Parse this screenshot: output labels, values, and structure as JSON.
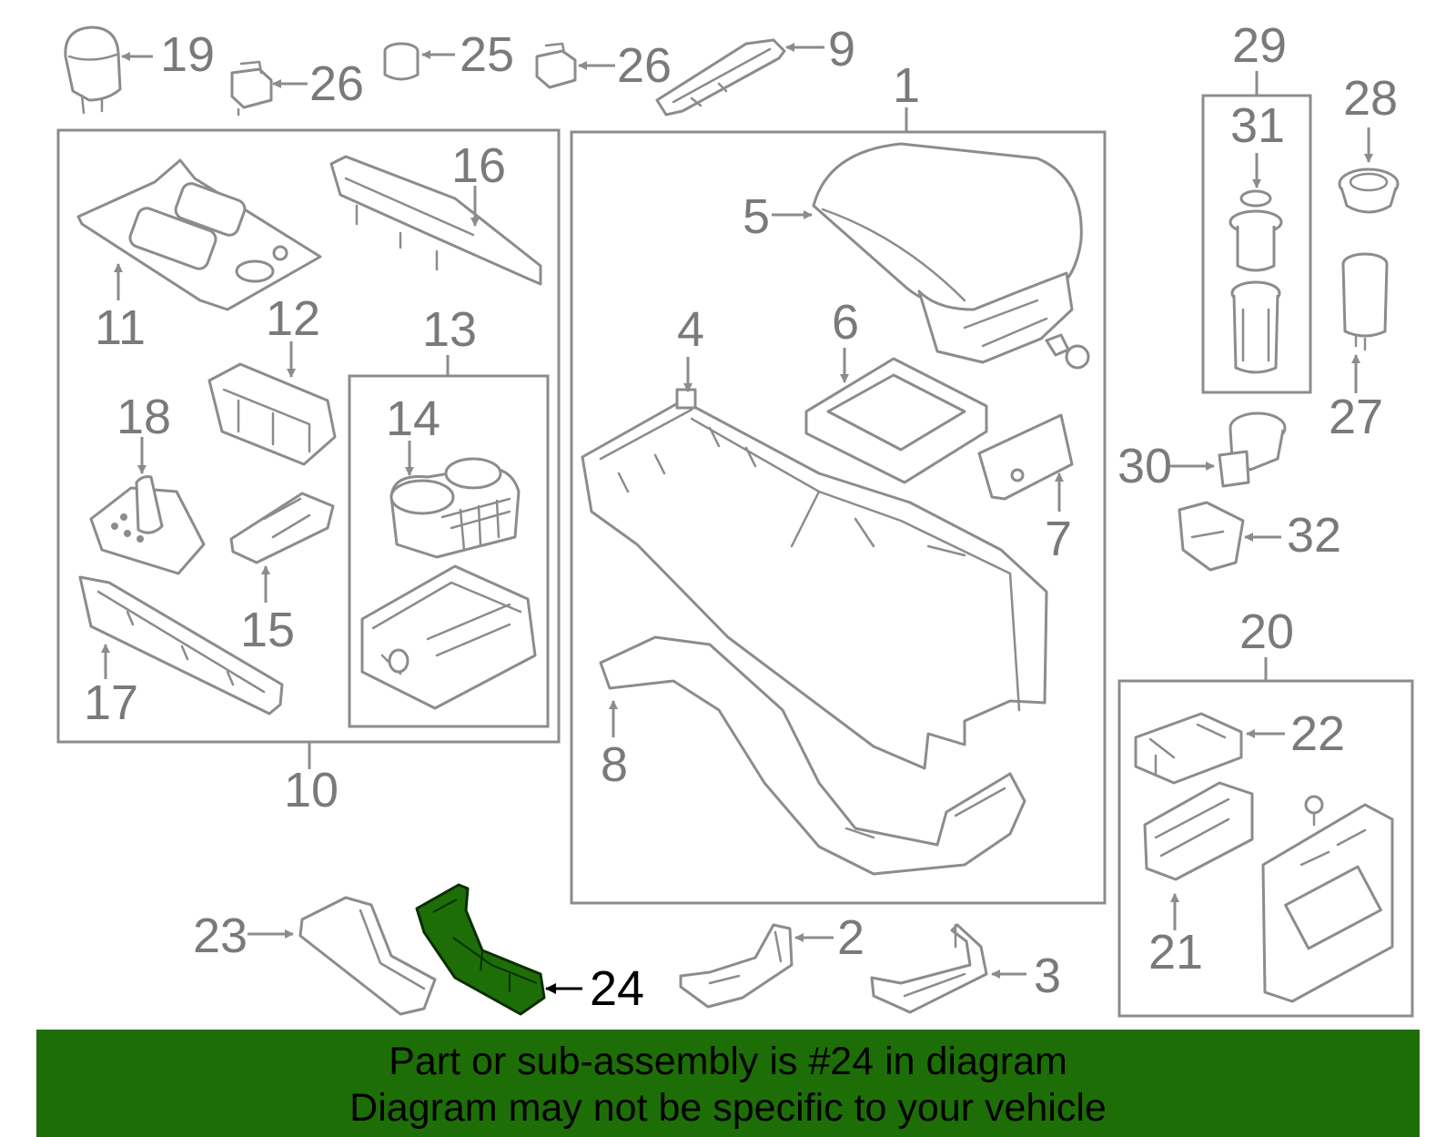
{
  "highlight_color": "#1e6e08",
  "banner": {
    "line1": "Part or sub-assembly is #24 in diagram",
    "line2": "Diagram may not be specific to your vehicle"
  },
  "callouts": {
    "c1": "1",
    "c2": "2",
    "c3": "3",
    "c4": "4",
    "c5": "5",
    "c6": "6",
    "c7": "7",
    "c8": "8",
    "c9": "9",
    "c10": "10",
    "c11": "11",
    "c12": "12",
    "c13": "13",
    "c14": "14",
    "c15": "15",
    "c16": "16",
    "c17": "17",
    "c18": "18",
    "c19": "19",
    "c20": "20",
    "c21": "21",
    "c22": "22",
    "c23": "23",
    "c24": "24",
    "c25": "25",
    "c26a": "26",
    "c26b": "26",
    "c27": "27",
    "c28": "28",
    "c29": "29",
    "c30": "30",
    "c31": "31",
    "c32": "32"
  }
}
